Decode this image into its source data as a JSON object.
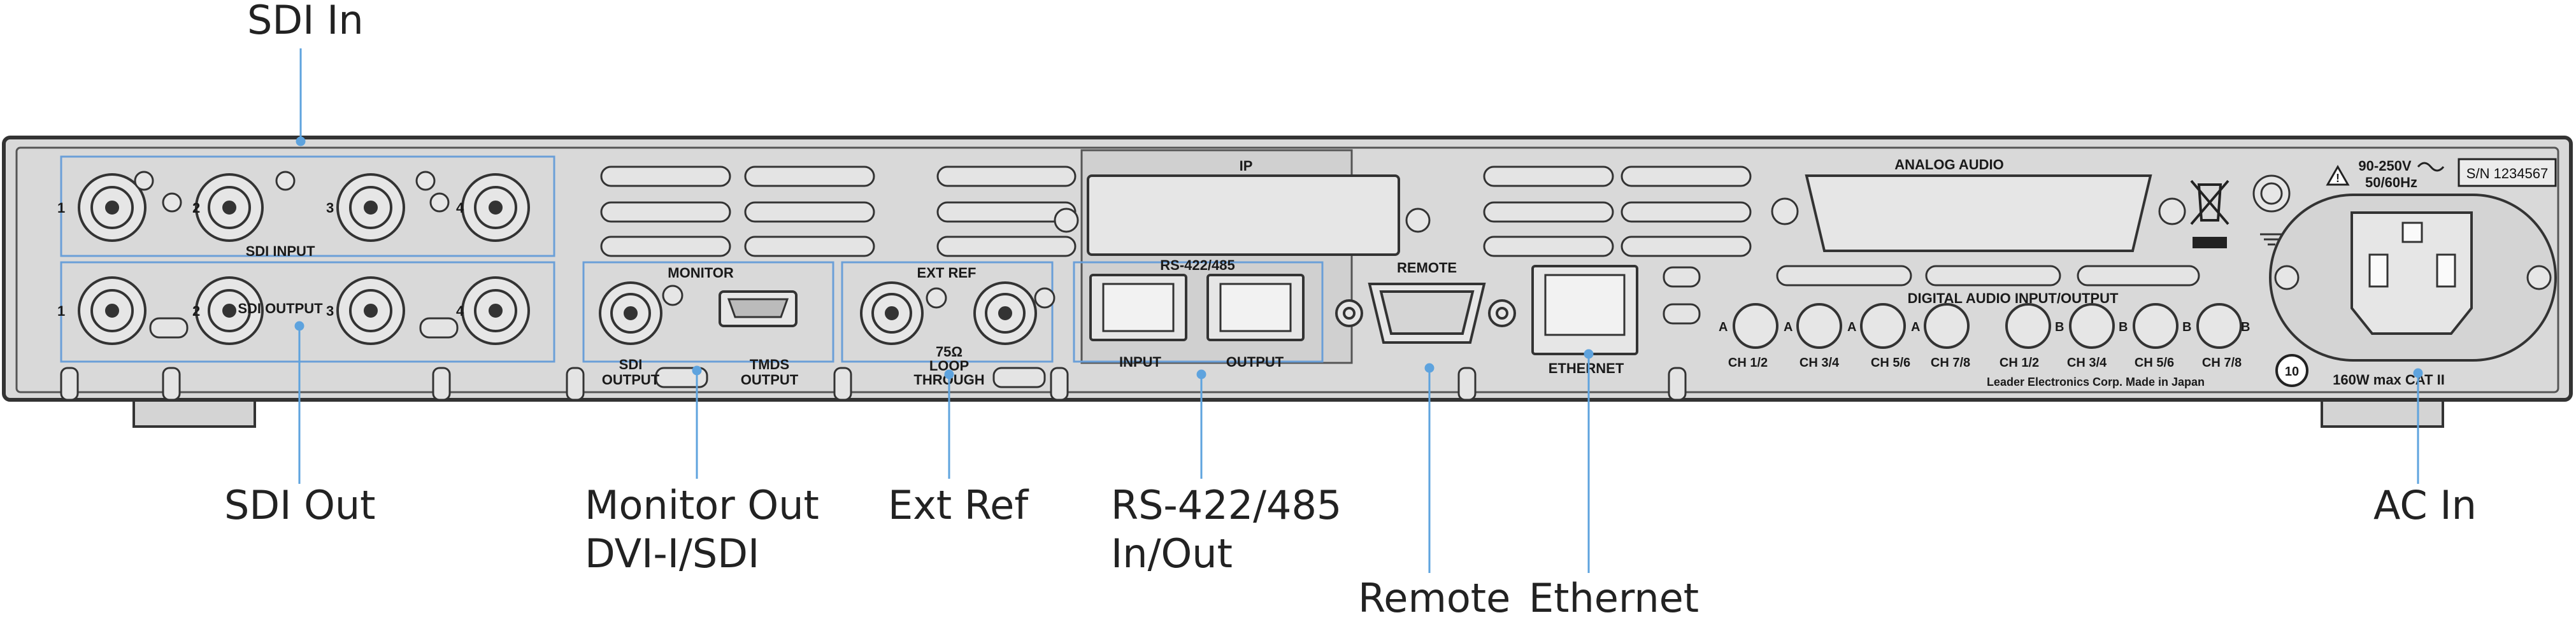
{
  "callouts": {
    "sdi_in": "SDI In",
    "sdi_out": "SDI Out",
    "monitor_out": [
      "Monitor Out",
      "DVI-I/SDI"
    ],
    "ext_ref": "Ext Ref",
    "rs422": [
      "RS-422/485",
      "In/Out"
    ],
    "remote": "Remote",
    "ethernet": "Ethernet",
    "ac_in": "AC In"
  },
  "panel": {
    "sdi_input": "SDI INPUT",
    "sdi_output": "SDI OUTPUT",
    "sdi_numbers": [
      "1",
      "2",
      "3",
      "4"
    ],
    "monitor": "MONITOR",
    "monitor_sdi_output": [
      "SDI",
      "OUTPUT"
    ],
    "tmds_output": [
      "TMDS",
      "OUTPUT"
    ],
    "ext_ref": "EXT REF",
    "loop_through": [
      "75Ω",
      "LOOP",
      "THROUGH"
    ],
    "ip": "IP",
    "rs422_485": "RS-422/485",
    "rs_input": "INPUT",
    "rs_output": "OUTPUT",
    "remote": "REMOTE",
    "ethernet": "ETHERNET",
    "analog_audio": "ANALOG AUDIO",
    "digital_audio": "DIGITAL AUDIO INPUT/OUTPUT",
    "audio_channels": [
      "CH 1/2",
      "CH 3/4",
      "CH 5/6",
      "CH 7/8",
      "CH 1/2",
      "CH 3/4",
      "CH 5/6",
      "CH 7/8"
    ],
    "audio_a": "A",
    "audio_b": "B",
    "voltage": "90-250V",
    "frequency": "50/60Hz",
    "serial": "S/N 1234567",
    "maker": "Leader Electronics Corp. Made in Japan",
    "power": "160W max CAT II",
    "recycle_mark": "10"
  },
  "colors": {
    "panel": "#d9d9d9",
    "frame": "#3a3a3a",
    "box_outline": "#6a9fd8",
    "leader_line": "#5ea3de"
  }
}
